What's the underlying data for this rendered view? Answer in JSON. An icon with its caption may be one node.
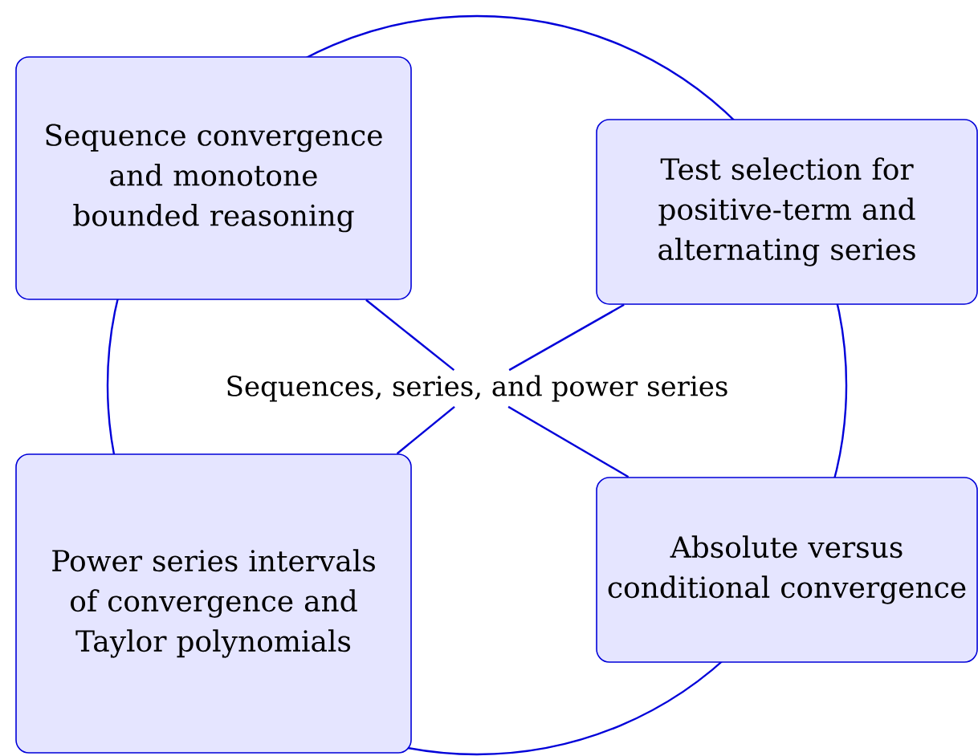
{
  "diagram": {
    "nodes": [
      {
        "text": [
          "Sequences, series, and power series"
        ]
      },
      {
        "text": [
          "Sequence convergence and monotone bounded reasoning"
        ]
      },
      {
        "text": [
          "Test selection for positive-term and alternating series"
        ]
      },
      {
        "text": [
          "Power series intervals of convergence and Taylor polynomials"
        ]
      },
      {
        "text": [
          "Absolute versus conditional convergence"
        ]
      }
    ],
    "edges": [
      {
        "from": 0,
        "to": 1,
        "arrow": "none"
      },
      {
        "from": 0,
        "to": 2,
        "arrow": "none"
      },
      {
        "from": 0,
        "to": 3,
        "arrow": "none"
      },
      {
        "from": 0,
        "to": 4,
        "arrow": "none"
      }
    ]
  }
}
